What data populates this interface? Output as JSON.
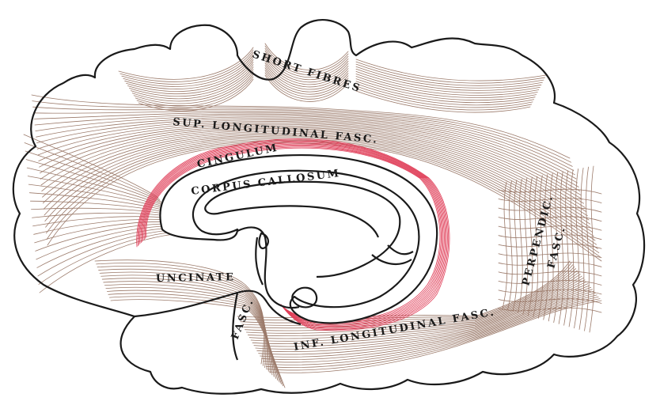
{
  "labels": {
    "short_fibres": "SHORT FIBRES",
    "sup_longitudinal": "SUP. LONGITUDINAL FASC.",
    "cingulum": "CINGULUM",
    "corpus_callosum": "CORPUS CALLOSUM",
    "uncinate": "UNCINATE",
    "fasc": "FASC.",
    "inf_longitudinal": "INF. LONGITUDINAL FASC.",
    "perpendic": "PERPENDIC.",
    "perpendic_fasc": "FASC."
  },
  "colors": {
    "outline": "#1a1a1a",
    "fibre": "#9b7a6a",
    "cingulum": "#e0405a",
    "background": "#ffffff"
  }
}
